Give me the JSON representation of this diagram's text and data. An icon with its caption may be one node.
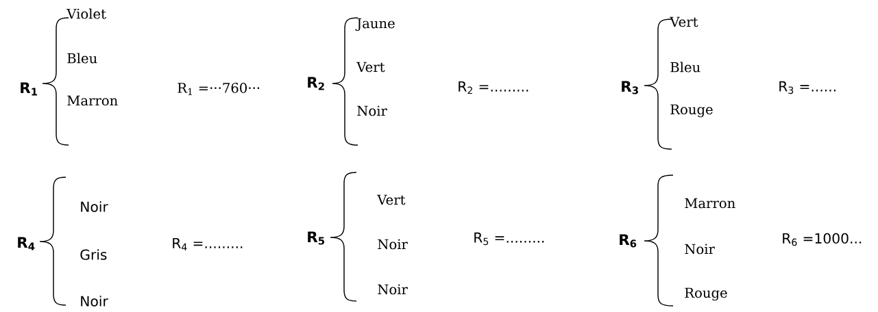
{
  "diagram": {
    "labels": [
      "R$_{1}$",
      "Violet",
      "Bleu",
      "Marron",
      "R$_{1}$ =···760···",
      "R$_{2}$",
      "Jaune",
      "Vert",
      "Noir",
      "R$_{2}$ =.........",
      "R$_{3}$",
      "Vert",
      "Bleu",
      "Rouge",
      "R$_{3}$ =......",
      "R$_{4}$",
      "Noir",
      "Gris",
      "Noir",
      "R$_{4}$ =.........",
      "R$_{5}$",
      "Vert",
      "Noir",
      "Noir",
      "R$_{5}$ =.........",
      "R$_{6}$",
      "Marron",
      "Noir",
      "Rouge",
      "R$_{6}$ =1000..."
    ]
  }
}
